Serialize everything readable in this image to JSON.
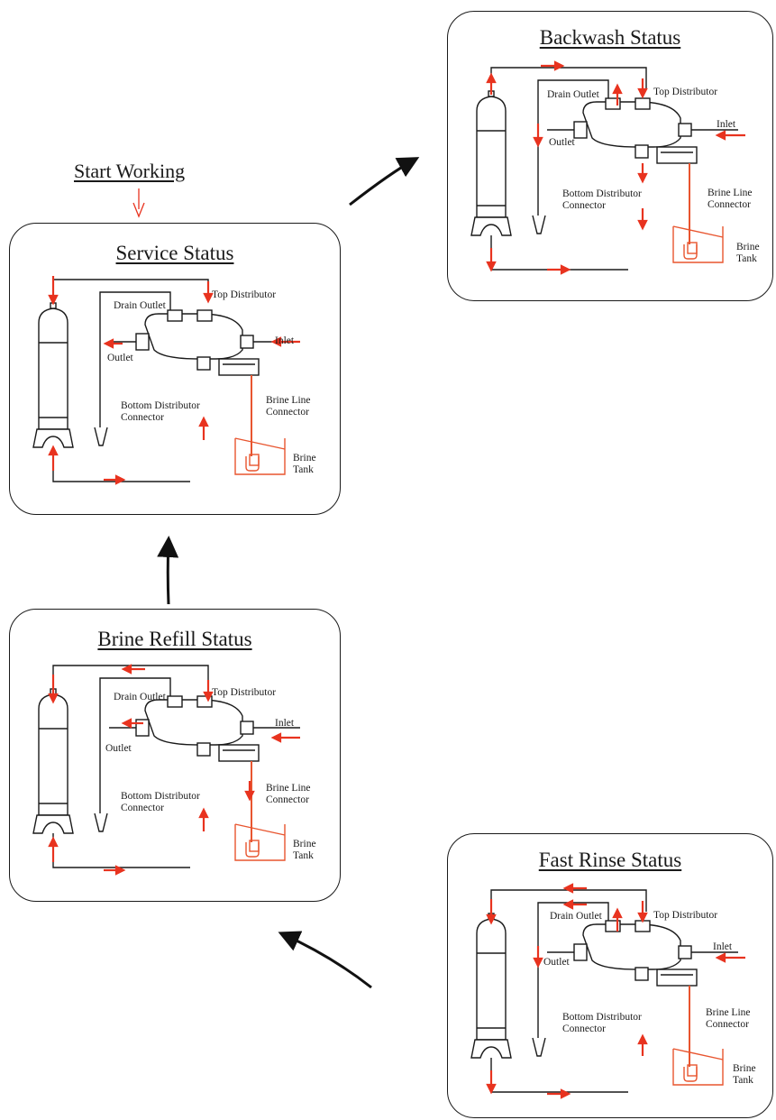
{
  "start_label": "Start Working",
  "labels": {
    "top_distributor": "Top Distributor",
    "drain_outlet": "Drain Outlet",
    "outlet": "Outlet",
    "inlet": "Inlet",
    "bottom_distributor_connector": "Bottom Distributor\nConnector",
    "brine_line_connector": "Brine Line\nConnector",
    "brine_tank": "Brine\nTank"
  },
  "panels": [
    {
      "key": "service",
      "title": "Service Status"
    },
    {
      "key": "backwash",
      "title": "Backwash Status"
    },
    {
      "key": "brine_refill",
      "title": "Brine Refill Status"
    },
    {
      "key": "fast_rinse",
      "title": "Fast Rinse Status"
    }
  ],
  "colors": {
    "line": "#1a1a1a",
    "flow": "#e8331f",
    "brine": "#e8552f"
  }
}
